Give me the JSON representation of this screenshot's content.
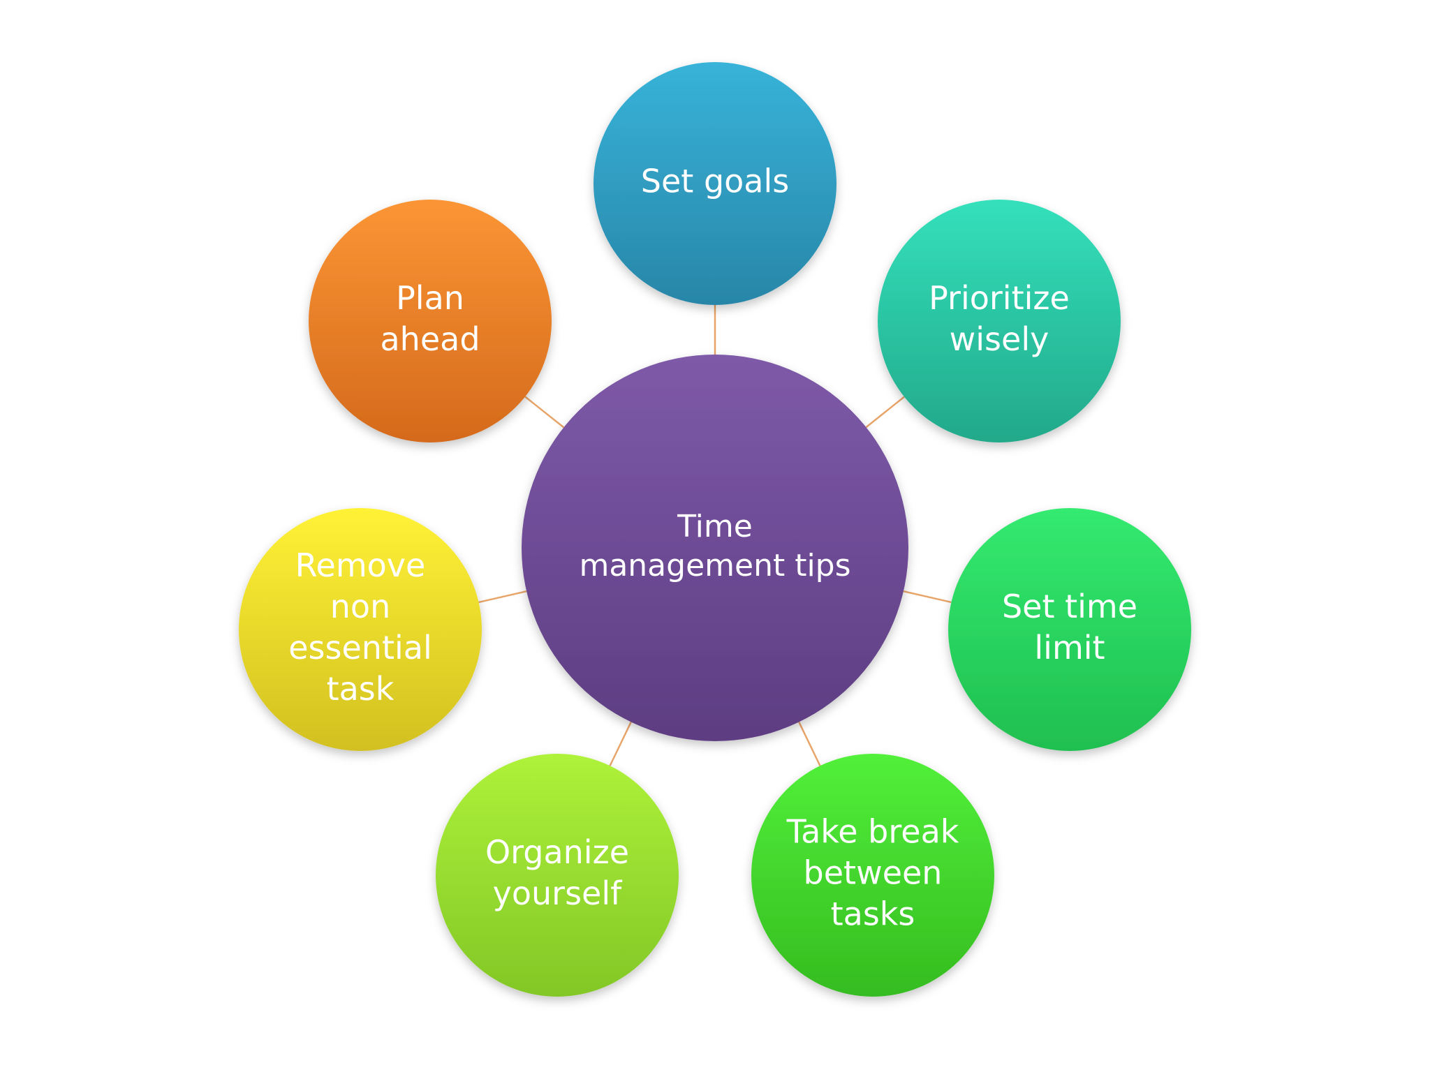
{
  "center": {
    "lines": [
      "Time",
      "management tips"
    ],
    "color_top": "#7e5aa8",
    "color_bottom": "#5e3d82"
  },
  "nodes": [
    {
      "id": "set-goals",
      "lines": [
        "Set goals"
      ],
      "color_top": "#38b3d9",
      "color_bottom": "#2886a8"
    },
    {
      "id": "prioritize-wisely",
      "lines": [
        "Prioritize",
        "wisely"
      ],
      "color_top": "#34e0bb",
      "color_bottom": "#22a98a"
    },
    {
      "id": "set-time-limit",
      "lines": [
        "Set time",
        "limit"
      ],
      "color_top": "#34ea70",
      "color_bottom": "#1fbf50"
    },
    {
      "id": "take-break-between-tasks",
      "lines": [
        "Take break",
        "between",
        "tasks"
      ],
      "color_top": "#52f03a",
      "color_bottom": "#35bc20"
    },
    {
      "id": "organize-yourself",
      "lines": [
        "Organize",
        "yourself"
      ],
      "color_top": "#aef23a",
      "color_bottom": "#82c726"
    },
    {
      "id": "remove-non-essential-task",
      "lines": [
        "Remove",
        "non",
        "essential",
        "task"
      ],
      "color_top": "#fff236",
      "color_bottom": "#d2c020"
    },
    {
      "id": "plan-ahead",
      "lines": [
        "Plan",
        "ahead"
      ],
      "color_top": "#fb9535",
      "color_bottom": "#d46a1c"
    }
  ],
  "connector_color": "#e8a56a",
  "text_color": "#ffffff"
}
